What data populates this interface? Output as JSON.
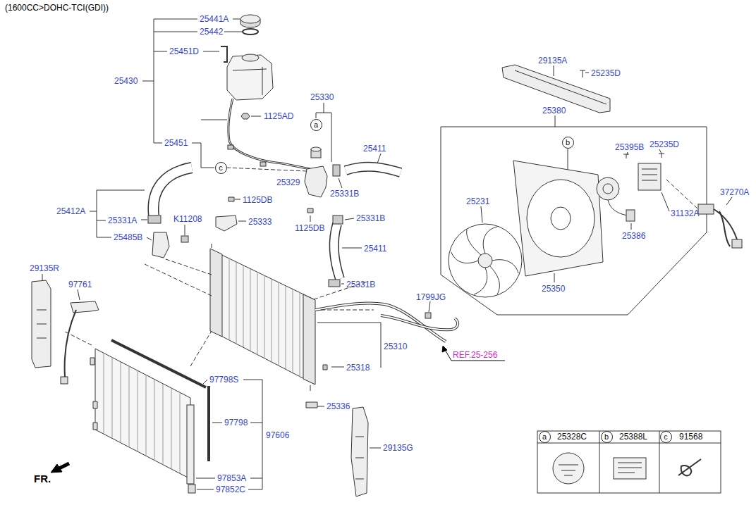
{
  "diagram": {
    "title": "(1600CC>DOHC-TCI(GDI))",
    "nodes": [
      {
        "text": [
          "a"
        ]
      },
      {
        "text": [
          "b"
        ]
      },
      {
        "text": [
          "c"
        ]
      },
      {
        "text": [
          "a"
        ]
      },
      {
        "text": [
          "b"
        ]
      },
      {
        "text": [
          "c"
        ]
      }
    ],
    "labels": [
      "25441A",
      "25442",
      "25451D",
      "25430",
      "1125AD",
      "25330",
      "25451",
      "25411",
      "25329",
      "25331B",
      "25412A",
      "25331A",
      "K11208",
      "1125DB",
      "25333",
      "1125DB",
      "25331B",
      "25485B",
      "25411",
      "29135R",
      "97761",
      "25331B",
      "1799JG",
      "25310",
      "REF.25-256",
      "25318",
      "97798S",
      "97798",
      "97606",
      "25336",
      "29135G",
      "97853A",
      "97852C",
      "FR.",
      "29135A",
      "25235D",
      "25380",
      "25395B",
      "25235D",
      "25231",
      "37270A",
      "31132A",
      "25386",
      "25350",
      "25328C",
      "25388L",
      "91568"
    ]
  }
}
